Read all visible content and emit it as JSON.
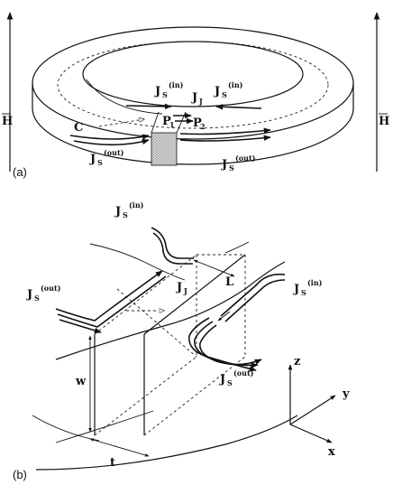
{
  "panel_a": {
    "panel_label": "(a)",
    "field_label": "H",
    "contour_label": "C",
    "labels": {
      "js_in_left": "J",
      "js_in_left_sub": "S",
      "js_in_left_sup": "(in)",
      "js_in_right": "J",
      "js_in_right_sub": "S",
      "js_in_right_sup": "(in)",
      "jj": "J",
      "jj_sub": "J",
      "p1": "P",
      "p1_sub": "1",
      "p2": "P",
      "p2_sub": "2",
      "js_out_left": "J",
      "js_out_left_sub": "S",
      "js_out_left_sup": "(out)",
      "js_out_right": "J",
      "js_out_right_sub": "S",
      "js_out_right_sup": "(out)"
    }
  },
  "panel_b": {
    "panel_label": "(b)",
    "labels": {
      "js_in_top": "J",
      "js_in_top_sub": "S",
      "js_in_top_sup": "(in)",
      "js_in_right": "J",
      "js_in_right_sub": "S",
      "js_in_right_sup": "(in)",
      "js_out_left": "J",
      "js_out_left_sub": "S",
      "js_out_left_sup": "(out)",
      "js_out_bottom": "J",
      "js_out_bottom_sub": "S",
      "js_out_bottom_sup": "(out)",
      "jj": "J",
      "jj_sub": "J",
      "length": "L",
      "width": "w",
      "thickness": "t"
    },
    "axes": {
      "z": "z",
      "y": "y",
      "x": "x"
    }
  }
}
